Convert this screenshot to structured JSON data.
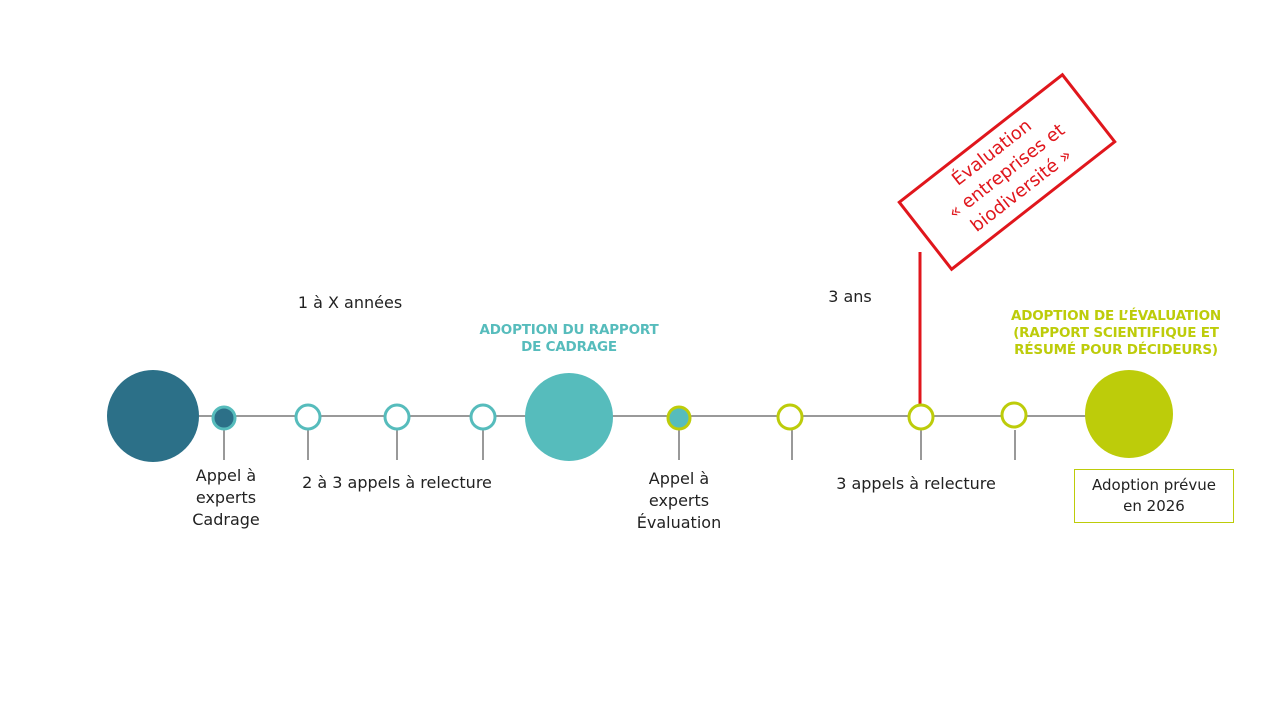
{
  "colors": {
    "dark_teal": "#2C7088",
    "teal": "#56BCBC",
    "lime": "#BDCC0A",
    "red": "#E0161C",
    "line": "#333333"
  },
  "period_labels": {
    "scoping": "1 à X années",
    "assessment": "3 ans"
  },
  "headings": {
    "scoping_adoption_1": "ADOPTION DU RAPPORT",
    "scoping_adoption_2": "DE CADRAGE",
    "assessment_adoption_1": "ADOPTION DE L’ÉVALUATION",
    "assessment_adoption_2": "(RAPPORT SCIENTIFIQUE ET",
    "assessment_adoption_3": "RÉSUMÉ POUR DÉCIDEURS)"
  },
  "steps": {
    "call_experts_scoping_1": "Appel à",
    "call_experts_scoping_2": "experts",
    "call_experts_scoping_3": "Cadrage",
    "review_calls_scoping": "2 à 3 appels à relecture",
    "call_experts_assessment_1": "Appel à",
    "call_experts_assessment_2": "experts",
    "call_experts_assessment_3": "Évaluation",
    "review_calls_assessment": "3 appels à relecture"
  },
  "adoption_box": {
    "line1": "Adoption prévue",
    "line2": "en 2026"
  },
  "callout": {
    "line1": "Évaluation",
    "line2": "« entreprises et",
    "line3": "biodiversité »"
  }
}
